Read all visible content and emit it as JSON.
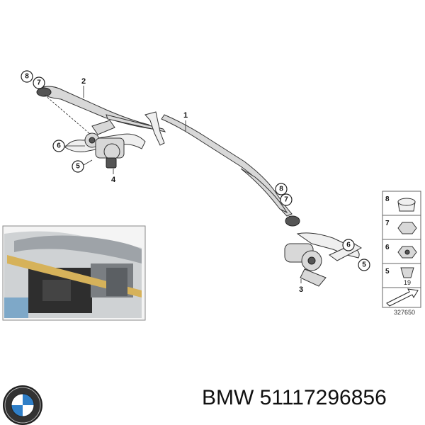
{
  "callouts": {
    "c1": "1",
    "c2": "2",
    "c3": "3",
    "c4": "4",
    "c5a": "5",
    "c5b": "5",
    "c6a": "6",
    "c6b": "6",
    "c7a": "7",
    "c7b": "7",
    "c8a": "8",
    "c8b": "8"
  },
  "legend": {
    "items": [
      "8",
      "7",
      "6",
      "5"
    ],
    "sub_code": "19"
  },
  "diagram_id": "327650",
  "caption": {
    "brand": "BMW",
    "part_number": "51117296856"
  },
  "colors": {
    "line": "#222222",
    "part_fill": "#d8d8d8",
    "background": "#ffffff"
  }
}
